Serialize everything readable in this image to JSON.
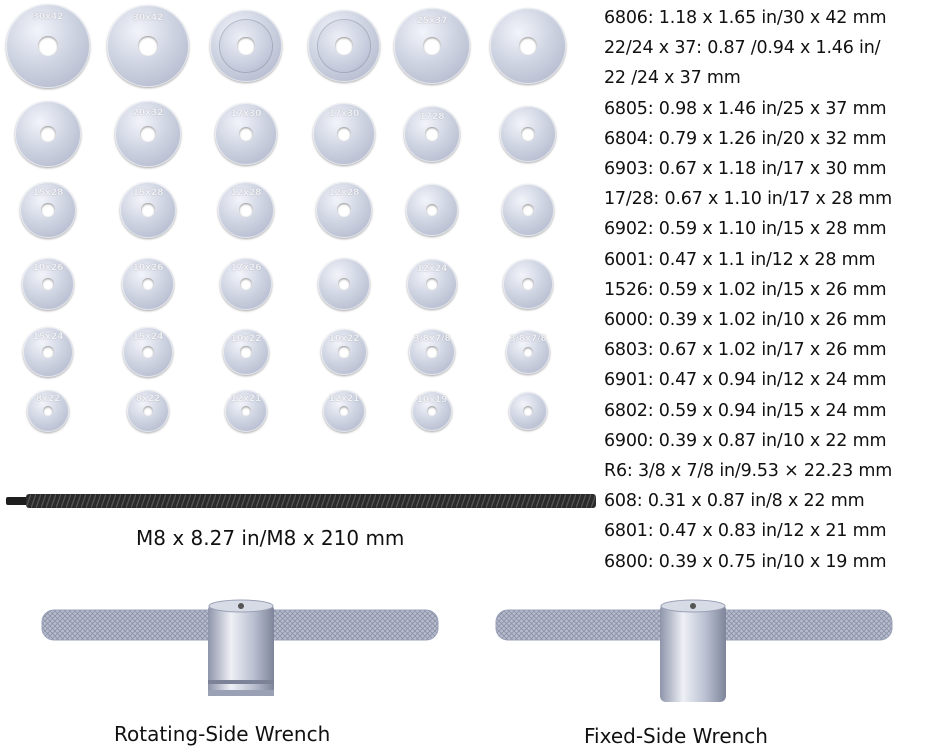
{
  "spec_list": [
    "6806: 1.18 x 1.65 in/30 x 42 mm",
    "22/24 x 37: 0.87 /0.94 x 1.46 in/",
    "22 /24 x 37 mm",
    "6805: 0.98 x 1.46 in/25 x 37 mm",
    "6804: 0.79 x 1.26 in/20 x 32 mm",
    "6903: 0.67 x 1.18 in/17 x 30 mm",
    "17/28: 0.67 x 1.10 in/17 x 28 mm",
    "6902: 0.59 x 1.10 in/15 x 28 mm",
    "6001: 0.47 x 1.1 in/12 x 28 mm",
    "1526: 0.59 x 1.02 in/15 x 26 mm",
    "6000: 0.39 x 1.02 in/10 x 26 mm",
    "6803: 0.67 x 1.02 in/17 x 26 mm",
    "6901: 0.47 x 0.94 in/12 x 24 mm",
    "6802: 0.59 x 0.94 in/15 x 24 mm",
    "6900: 0.39 x 0.87 in/10 x 22 mm",
    "R6: 3/8 x 7/8 in/9.53 × 22.23 mm",
    "608: 0.31 x 0.87 in/8 x 22 mm",
    "6801: 0.47 x 0.83 in/12 x 21 mm",
    "6800: 0.39 x 0.75 in/10 x 19 mm"
  ],
  "rod_caption": "M8 x 8.27 in/M8 x 210 mm",
  "wrench_rotating_caption": "Rotating-Side Wrench",
  "wrench_fixed_caption": "Fixed-Side Wrench",
  "disc_markings": [
    [
      "30x42",
      "30x42",
      "",
      "",
      "25x37",
      ""
    ],
    [
      "",
      "20x32",
      "17x30",
      "17x30",
      "1728",
      ""
    ],
    [
      "15x28",
      "15x28",
      "12x28",
      "12x28",
      "",
      ""
    ],
    [
      "10x26",
      "10x26",
      "17x26",
      "",
      "12x24",
      ""
    ],
    [
      "15x24",
      "15x24",
      "10x22",
      "10x22",
      "3/8x7/8",
      "3/8x7/8"
    ],
    [
      "8x22",
      "8x22",
      "12x21",
      "12x21",
      "10x19",
      ""
    ]
  ],
  "colors": {
    "metal_light": "#e9ecf4",
    "metal_mid": "#c4cada",
    "metal_dark": "#a4abc0",
    "rod": "#2a2a2a"
  }
}
